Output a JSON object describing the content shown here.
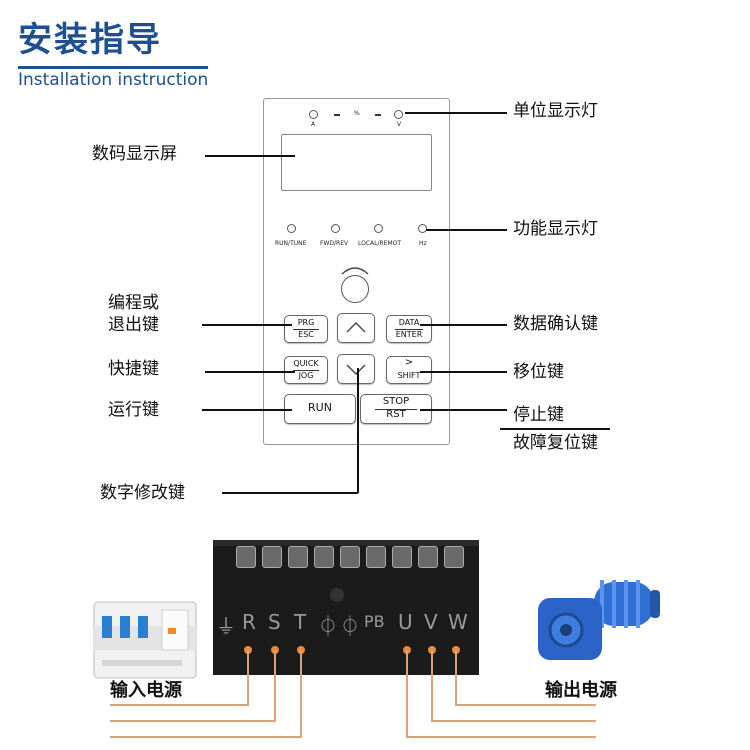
{
  "header": {
    "title_cn": "安装指导",
    "title_en": "Installation instruction"
  },
  "panel": {
    "top_leds": {
      "left": "A",
      "mid": "%",
      "right": "V"
    },
    "function_leds": [
      "RUN/TUNE",
      "FWD/REV",
      "LOCAL/REMOT",
      "Hz"
    ],
    "keys": {
      "prg": {
        "top": "PRG",
        "bottom": "ESC"
      },
      "data": {
        "top": "DATA",
        "bottom": "ENTER"
      },
      "quick": {
        "top": "QUICK",
        "bottom": "JOG"
      },
      "shift": {
        "top": ">",
        "bottom": "SHIFT"
      },
      "run": "RUN",
      "stop": {
        "top": "STOP",
        "bottom": "RST"
      }
    }
  },
  "labels": {
    "unit_led": "单位显示灯",
    "digital_display": "数码显示屏",
    "function_led": "功能显示灯",
    "program_exit_1": "编程或",
    "program_exit_2": "退出键",
    "data_confirm": "数据确认键",
    "shortcut": "快捷键",
    "shift": "移位键",
    "run": "运行键",
    "stop_1": "停止键",
    "stop_2": "故障复位键",
    "digit_modify": "数字修改键",
    "input_power": "输入电源",
    "output_power": "输出电源"
  },
  "terminal": {
    "labels": [
      "⏚",
      "R",
      "S",
      "T",
      "⏀",
      "⏀",
      "PB",
      "U",
      "V",
      "W"
    ]
  },
  "colors": {
    "brand": "#1d4f91",
    "wire": "#e0a07a",
    "terminal_bg": "#1b1b1b"
  },
  "icons": [
    "breaker-icon",
    "motor-icon",
    "knob-icon",
    "up-arrow-icon",
    "down-arrow-icon"
  ]
}
